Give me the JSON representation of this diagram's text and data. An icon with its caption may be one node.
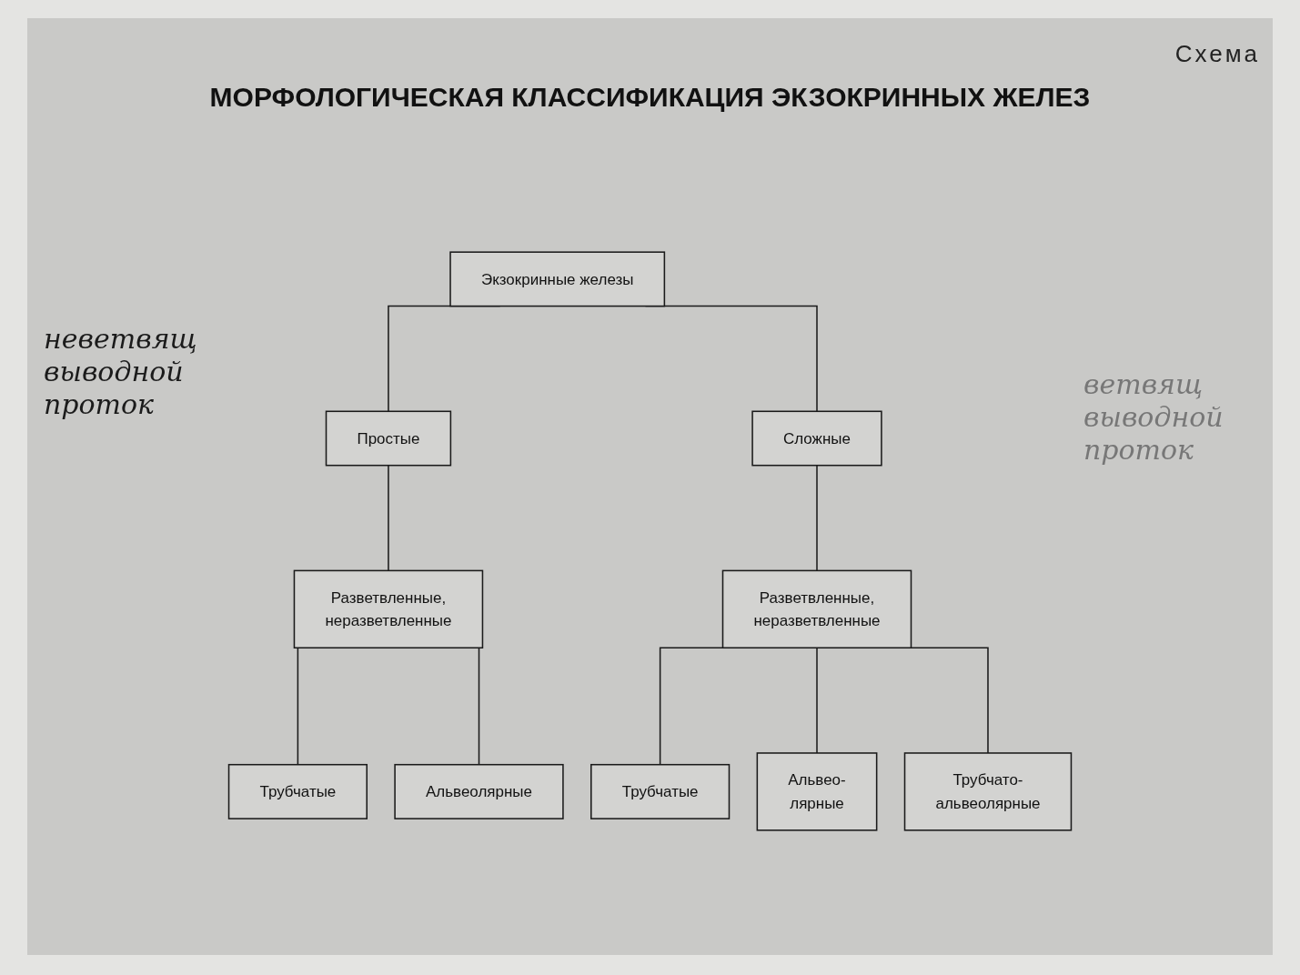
{
  "diagram": {
    "title": "МОРФОЛОГИЧЕСКАЯ КЛАССИФИКАЦИЯ ЭКЗОКРИННЫХ ЖЕЛЕЗ",
    "nodes": [
      {
        "text": [
          "Экзокринные железы"
        ]
      },
      {
        "text": [
          "Простые"
        ]
      },
      {
        "text": [
          "Сложные"
        ]
      },
      {
        "text": [
          "Разветвленные, неразветвленные"
        ]
      },
      {
        "text": [
          "Разветвленные, неразветвленные"
        ]
      },
      {
        "text": [
          "Трубчатые"
        ]
      },
      {
        "text": [
          "Альвеолярные"
        ]
      },
      {
        "text": [
          "Трубчатые"
        ]
      },
      {
        "text": [
          "Альвео- лярные"
        ]
      },
      {
        "text": [
          "Трубчато- альвеолярные"
        ]
      }
    ],
    "edges": [
      {
        "from": 0,
        "to": 1,
        "arrow": "none"
      },
      {
        "from": 0,
        "to": 2,
        "arrow": "none"
      },
      {
        "from": 1,
        "to": 3,
        "arrow": "none"
      },
      {
        "from": 2,
        "to": 4,
        "arrow": "none"
      },
      {
        "from": 3,
        "to": 5,
        "arrow": "none"
      },
      {
        "from": 3,
        "to": 6,
        "arrow": "none"
      },
      {
        "from": 4,
        "to": 7,
        "arrow": "none"
      },
      {
        "from": 4,
        "to": 8,
        "arrow": "none"
      },
      {
        "from": 4,
        "to": 9,
        "arrow": "none"
      }
    ],
    "labels": [
      "Схема",
      "неветвящ выводной проток",
      "ветвящ выводной проток"
    ]
  }
}
